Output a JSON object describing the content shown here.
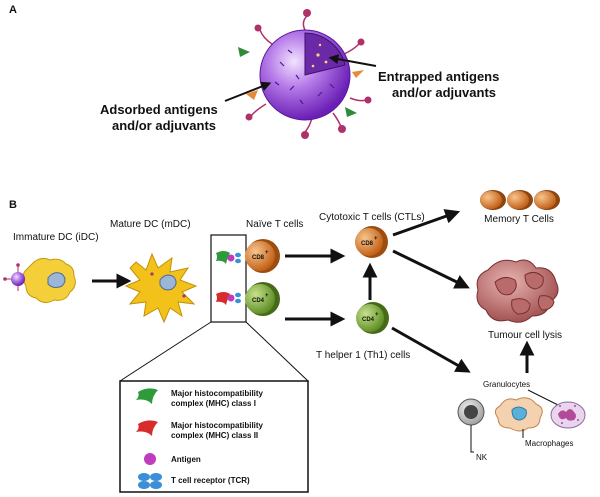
{
  "panels": {
    "a": "A",
    "b": "B"
  },
  "panel_a": {
    "entrapped_line1": "Entrapped antigens",
    "entrapped_line2": "and/or adjuvants",
    "adsorbed_line1": "Adsorbed antigens",
    "adsorbed_line2": "and/or adjuvants"
  },
  "panel_b": {
    "immature_dc": "Immature DC (iDC)",
    "mature_dc": "Mature DC (mDC)",
    "naive_t": "Naïve T cells",
    "ctl": "Cytotoxic T cells (CTLs)",
    "memory_t": "Memory T Cells",
    "tumour_lysis": "Tumour cell lysis",
    "th1": "T helper 1 (Th1) cells",
    "granulocytes": "Granulocytes",
    "nk": "NK",
    "macrophages": "Macrophages",
    "cd8": "CD8",
    "cd4": "CD4",
    "plus": "+"
  },
  "legend": {
    "mhc1_line1": "Major histocompatibility",
    "mhc1_line2": "complex (MHC) class I",
    "mhc2_line1": "Major histocompatibility",
    "mhc2_line2": "complex (MHC) class II",
    "antigen": "Antigen",
    "tcr": "T cell receptor (TCR)"
  },
  "colors": {
    "particle": "#8b3fd0",
    "dc": "#f2c21b",
    "cd8_cell": "#d9771f",
    "cd4_cell": "#7fae35",
    "memory": "#c9762a",
    "tumour": "#c97a7a",
    "mhc1": "#2f9a3a",
    "mhc2": "#d82b2b",
    "antigen": "#c03cbf",
    "tcr": "#3a8fd6"
  },
  "icons": [
    "nanoparticle-icon",
    "dendritic-cell-icon",
    "t-cell-icon",
    "tumour-cell-icon",
    "nk-cell-icon",
    "macrophage-icon",
    "granulocyte-icon",
    "mhc-class1-icon",
    "mhc-class2-icon",
    "antigen-icon",
    "tcr-icon"
  ]
}
